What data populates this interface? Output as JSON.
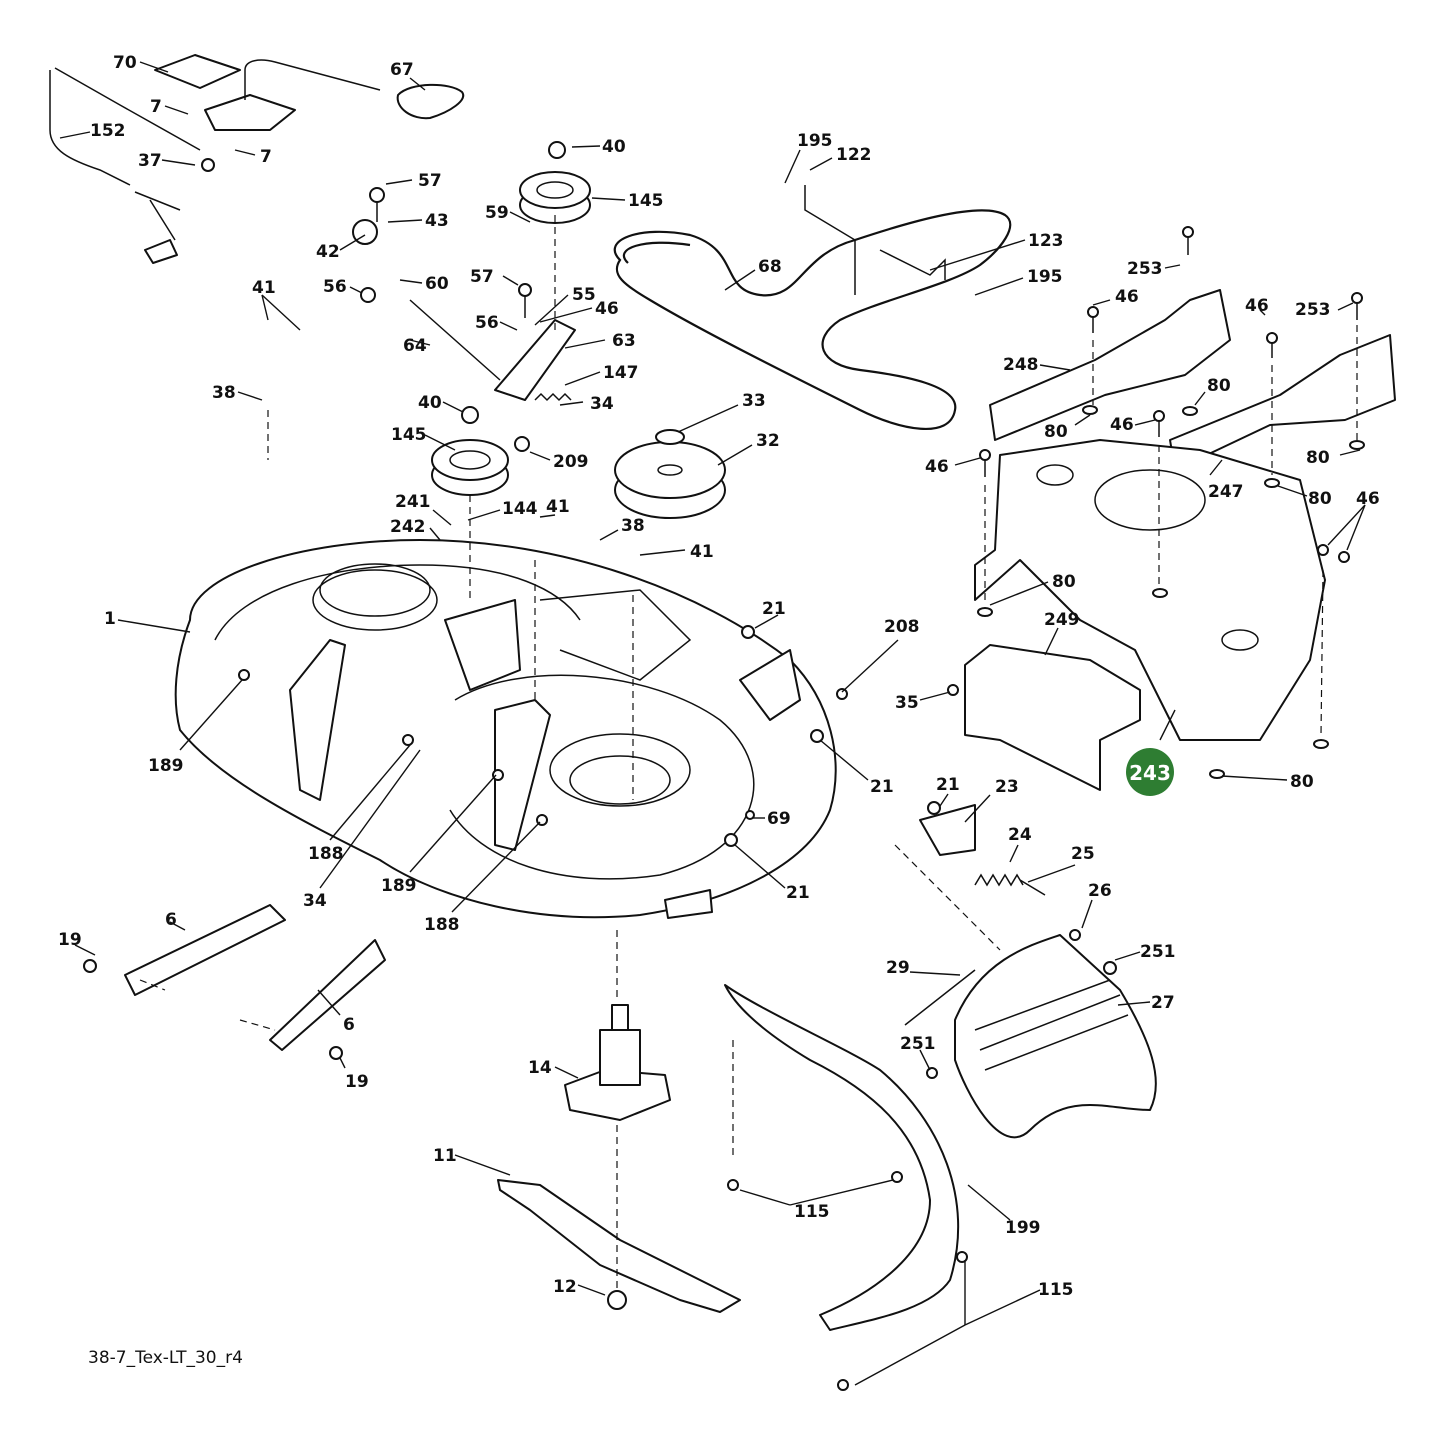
{
  "drawing_ref": "38-7_Tex-LT_30_r4",
  "highlight": {
    "label": "243",
    "color": "#2e7d32"
  },
  "callouts": [
    {
      "id": "c70",
      "label": "70"
    },
    {
      "id": "c67",
      "label": "67"
    },
    {
      "id": "c7a",
      "label": "7"
    },
    {
      "id": "c7b",
      "label": "7"
    },
    {
      "id": "c152",
      "label": "152"
    },
    {
      "id": "c37",
      "label": "37"
    },
    {
      "id": "c40a",
      "label": "40"
    },
    {
      "id": "c145a",
      "label": "145"
    },
    {
      "id": "c57a",
      "label": "57"
    },
    {
      "id": "c43",
      "label": "43"
    },
    {
      "id": "c59",
      "label": "59"
    },
    {
      "id": "c42",
      "label": "42"
    },
    {
      "id": "c60",
      "label": "60"
    },
    {
      "id": "c56a",
      "label": "56"
    },
    {
      "id": "c57b",
      "label": "57"
    },
    {
      "id": "c55",
      "label": "55"
    },
    {
      "id": "c46a",
      "label": "46"
    },
    {
      "id": "c41a",
      "label": "41"
    },
    {
      "id": "c56b",
      "label": "56"
    },
    {
      "id": "c63",
      "label": "63"
    },
    {
      "id": "c64",
      "label": "64"
    },
    {
      "id": "c147",
      "label": "147"
    },
    {
      "id": "c38a",
      "label": "38"
    },
    {
      "id": "c40b",
      "label": "40"
    },
    {
      "id": "c34a",
      "label": "34"
    },
    {
      "id": "c145b",
      "label": "145"
    },
    {
      "id": "c209",
      "label": "209"
    },
    {
      "id": "c33",
      "label": "33"
    },
    {
      "id": "c32",
      "label": "32"
    },
    {
      "id": "c195a",
      "label": "195"
    },
    {
      "id": "c122",
      "label": "122"
    },
    {
      "id": "c68",
      "label": "68"
    },
    {
      "id": "c123",
      "label": "123"
    },
    {
      "id": "c195b",
      "label": "195"
    },
    {
      "id": "c253a",
      "label": "253"
    },
    {
      "id": "c46b",
      "label": "46"
    },
    {
      "id": "c248",
      "label": "248"
    },
    {
      "id": "c46c",
      "label": "46"
    },
    {
      "id": "c253b",
      "label": "253"
    },
    {
      "id": "c80a",
      "label": "80"
    },
    {
      "id": "c80b",
      "label": "80"
    },
    {
      "id": "c46d",
      "label": "46"
    },
    {
      "id": "c46e",
      "label": "46"
    },
    {
      "id": "c80c",
      "label": "80"
    },
    {
      "id": "c247",
      "label": "247"
    },
    {
      "id": "c80d",
      "label": "80"
    },
    {
      "id": "c46f",
      "label": "46"
    },
    {
      "id": "c241",
      "label": "241"
    },
    {
      "id": "c144",
      "label": "144"
    },
    {
      "id": "c41b",
      "label": "41"
    },
    {
      "id": "c242",
      "label": "242"
    },
    {
      "id": "c38b",
      "label": "38"
    },
    {
      "id": "c41c",
      "label": "41"
    },
    {
      "id": "c1",
      "label": "1"
    },
    {
      "id": "c21a",
      "label": "21"
    },
    {
      "id": "c208",
      "label": "208"
    },
    {
      "id": "c80e",
      "label": "80"
    },
    {
      "id": "c249",
      "label": "249"
    },
    {
      "id": "c35",
      "label": "35"
    },
    {
      "id": "c21b",
      "label": "21"
    },
    {
      "id": "c80f",
      "label": "80"
    },
    {
      "id": "c189a",
      "label": "189"
    },
    {
      "id": "c21c",
      "label": "21"
    },
    {
      "id": "c23",
      "label": "23"
    },
    {
      "id": "c69",
      "label": "69"
    },
    {
      "id": "c24",
      "label": "24"
    },
    {
      "id": "c25",
      "label": "25"
    },
    {
      "id": "c188a",
      "label": "188"
    },
    {
      "id": "c189b",
      "label": "189"
    },
    {
      "id": "c21d",
      "label": "21"
    },
    {
      "id": "c34b",
      "label": "34"
    },
    {
      "id": "c26",
      "label": "26"
    },
    {
      "id": "c188b",
      "label": "188"
    },
    {
      "id": "c19a",
      "label": "19"
    },
    {
      "id": "c6a",
      "label": "6"
    },
    {
      "id": "c251a",
      "label": "251"
    },
    {
      "id": "c29",
      "label": "29"
    },
    {
      "id": "c27",
      "label": "27"
    },
    {
      "id": "c6b",
      "label": "6"
    },
    {
      "id": "c19b",
      "label": "19"
    },
    {
      "id": "c251b",
      "label": "251"
    },
    {
      "id": "c14",
      "label": "14"
    },
    {
      "id": "c11",
      "label": "11"
    },
    {
      "id": "c115a",
      "label": "115"
    },
    {
      "id": "c199",
      "label": "199"
    },
    {
      "id": "c12",
      "label": "12"
    },
    {
      "id": "c115b",
      "label": "115"
    }
  ]
}
